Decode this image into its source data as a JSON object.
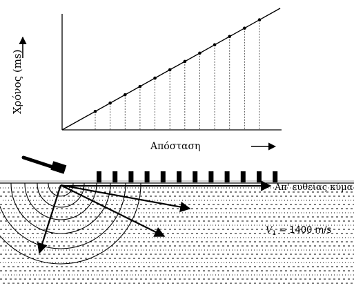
{
  "chart": {
    "y_axis_label": "Χρόνος (ms)",
    "x_axis_label": "Απόσταση",
    "points": [
      {
        "distance": 1,
        "time": 1
      },
      {
        "distance": 2,
        "time": 2
      },
      {
        "distance": 3,
        "time": 3
      },
      {
        "distance": 4,
        "time": 4
      },
      {
        "distance": 5,
        "time": 5
      },
      {
        "distance": 6,
        "time": 6
      },
      {
        "distance": 7,
        "time": 7
      },
      {
        "distance": 8,
        "time": 8
      },
      {
        "distance": 9,
        "time": 9
      },
      {
        "distance": 10,
        "time": 10
      },
      {
        "distance": 11,
        "time": 11
      },
      {
        "distance": 12,
        "time": 12
      }
    ]
  },
  "section": {
    "direct_wave_label": "Απ' ευθείας κύμα",
    "velocity_symbol": "V",
    "velocity_subscript": "1",
    "velocity_value": "= 1400 m/s",
    "geophone_count": 12
  },
  "colors": {
    "ink": "#000000",
    "paper": "#ffffff",
    "grid": "#555555"
  }
}
